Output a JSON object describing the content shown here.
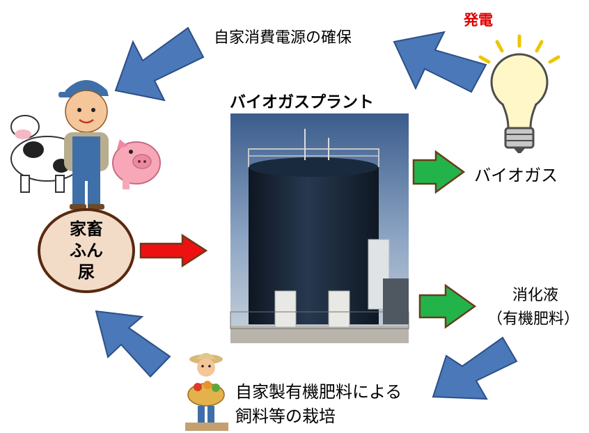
{
  "title": "バイオガスプラント",
  "labels": {
    "power_supply": "自家消費電源の確保",
    "power_generation": "発電",
    "biogas": "バイオガス",
    "digestate_line1": "消化液",
    "digestate_line2": "（有機肥料）",
    "cultivation_line1": "自家製有機肥料による",
    "cultivation_line2": "飼料等の栽培"
  },
  "manure": {
    "line1": "家畜",
    "line2": "ふん",
    "line3": "尿"
  },
  "colors": {
    "blue_arrow": "#4a78b8",
    "green_arrow": "#22b44a",
    "red_arrow": "#ee1111",
    "arrow_outline": "#6b3a1c",
    "power_text": "#e00000",
    "manure_fill": "#f2dcc8"
  },
  "icons": [
    "light-bulb-icon",
    "farmer-icon",
    "cow-icon",
    "pig-icon",
    "vegetable-farmer-icon",
    "biogas-tank-photo"
  ]
}
